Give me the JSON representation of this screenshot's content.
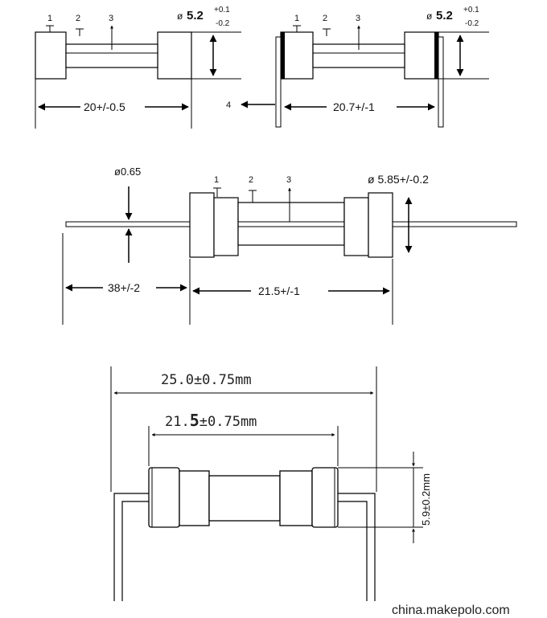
{
  "fig1": {
    "dia_symbol": "ø",
    "dia_value": "5.2",
    "tol_plus": "+0.1",
    "tol_minus": "-0.2",
    "callouts": [
      "1",
      "2",
      "3"
    ],
    "length": "20+/-0.5"
  },
  "fig2": {
    "dia_symbol": "ø",
    "dia_value": "5.2",
    "tol_plus": "+0.1",
    "tol_minus": "-0.2",
    "callouts": [
      "1",
      "2",
      "3"
    ],
    "lead_callout": "4",
    "length": "20.7+/-1"
  },
  "fig3": {
    "lead_dia": "ø0.65",
    "body_dia": "ø 5.85+/-0.2",
    "callouts": [
      "1",
      "2",
      "3"
    ],
    "lead_length": "38+/-2",
    "body_length": "21.5+/-1"
  },
  "fig4": {
    "overall_length": "25.0±0.75mm",
    "body_length_a": "21.",
    "body_length_b": "5",
    "body_length_c": "±0.75mm",
    "diameter": "5.9±0.2mm"
  },
  "watermark": "china.makepolo.com",
  "colors": {
    "line": "#000000",
    "body": "#ffffff"
  }
}
